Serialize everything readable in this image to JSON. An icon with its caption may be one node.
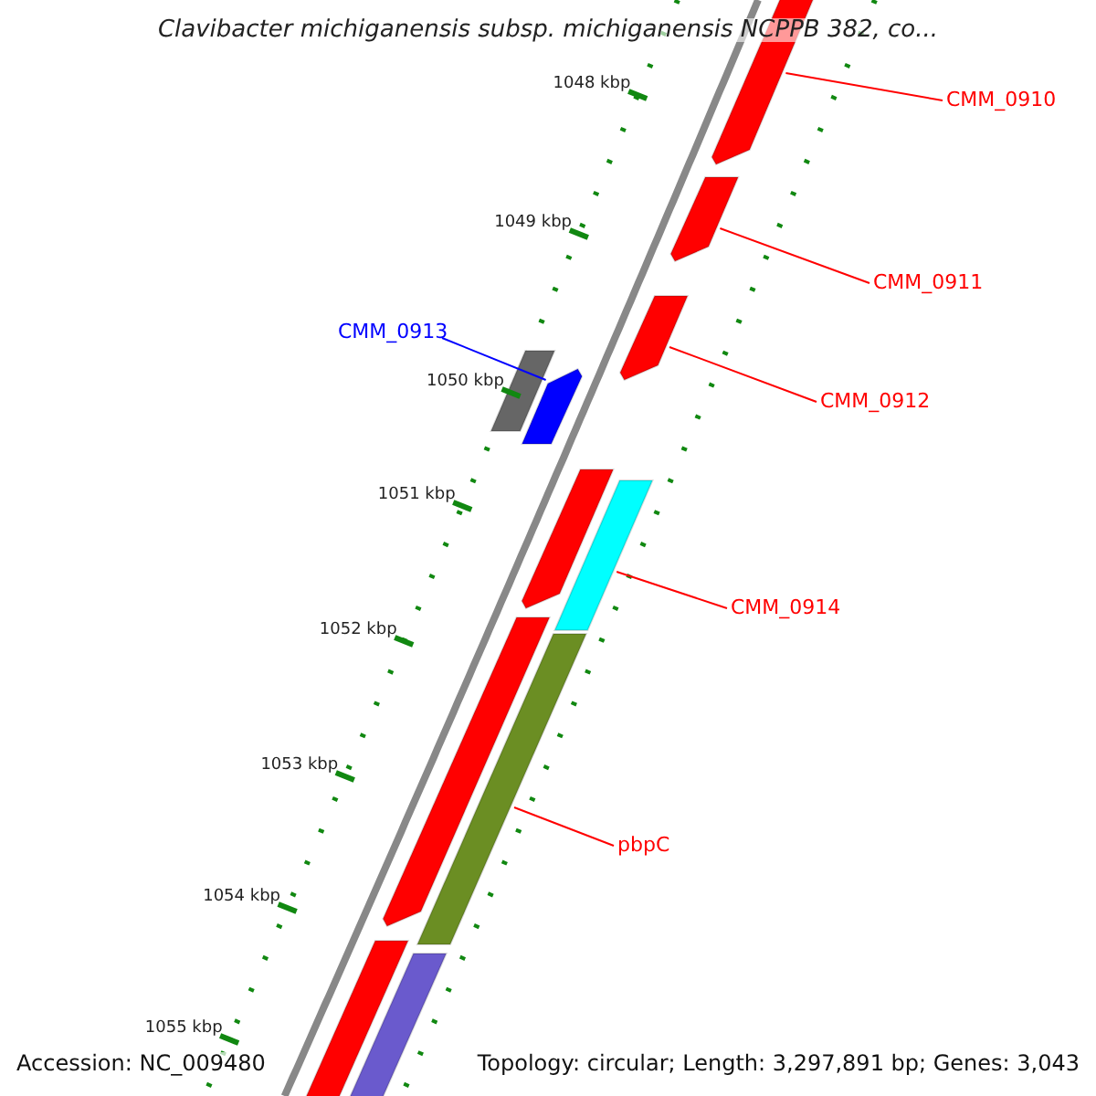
{
  "diagram": {
    "title": "Clavibacter michiganensis subsp. michiganensis NCPPB 382, co...",
    "nodes": [
      {
        "text": [
          "CMM_0910"
        ]
      },
      {
        "text": [],
        "shape": "bar"
      },
      {
        "text": [
          "CMM_0911"
        ]
      },
      {
        "text": [],
        "shape": "bar"
      },
      {
        "text": [
          "CMM_0912"
        ]
      },
      {
        "text": [],
        "shape": "bar"
      },
      {
        "text": [
          "CMM_0913"
        ]
      },
      {
        "text": [],
        "shape": "bar"
      },
      {
        "text": [],
        "shape": "bar"
      },
      {
        "text": [],
        "shape": "bar"
      },
      {
        "text": [
          "CMM_0914"
        ]
      },
      {
        "text": [],
        "shape": "bar"
      },
      {
        "text": [],
        "shape": "bar"
      },
      {
        "text": [
          "pbpC"
        ]
      },
      {
        "text": [],
        "shape": "bar"
      },
      {
        "text": [],
        "shape": "bar"
      },
      {
        "text": [],
        "shape": "bar"
      }
    ],
    "edges": [
      {
        "from": 0,
        "to": 1,
        "arrow": "none"
      },
      {
        "from": 2,
        "to": 3,
        "arrow": "none"
      },
      {
        "from": 4,
        "to": 5,
        "arrow": "none"
      },
      {
        "from": 6,
        "to": 7,
        "arrow": "none",
        "color": "#0000ff"
      },
      {
        "from": 10,
        "to": 11,
        "arrow": "none"
      },
      {
        "from": 13,
        "to": 14,
        "arrow": "none"
      }
    ],
    "labels": [
      "1048 kbp",
      "1049 kbp",
      "1050 kbp",
      "1051 kbp",
      "1052 kbp",
      "1053 kbp",
      "1054 kbp",
      "1055 kbp",
      "Accession: NC_009480",
      "Topology: circular; Length: 3,297,891 bp; Genes: 3,043"
    ]
  }
}
